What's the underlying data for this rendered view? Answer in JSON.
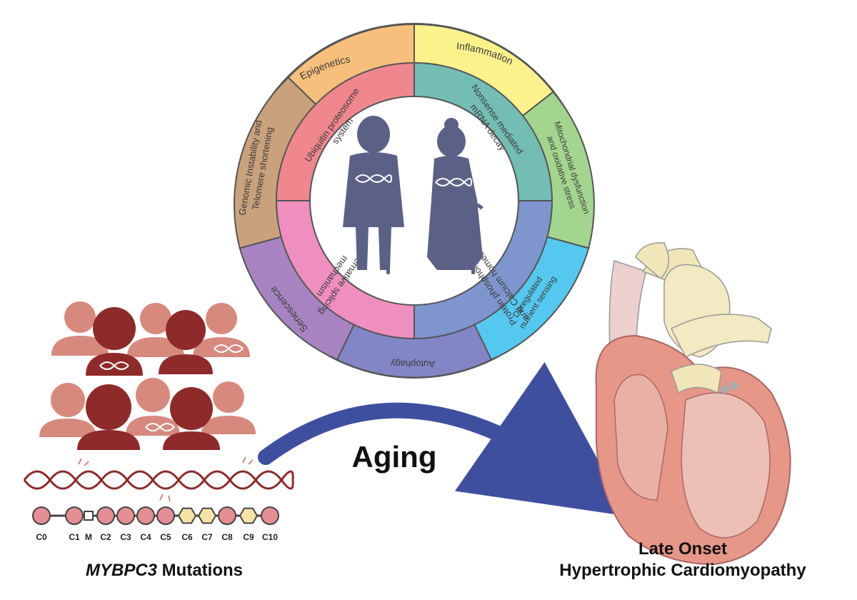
{
  "outer_ring": [
    {
      "label": "Epigenetics",
      "color": "#f6c07c"
    },
    {
      "label": "Inflammation",
      "color": "#fbf28c"
    },
    {
      "label": "Mitochondrial dysfunction and oxidative stress",
      "color": "#a3d58f"
    },
    {
      "label": "Deregulated nutrient sensing",
      "color": "#55c8ef"
    },
    {
      "label": "Autophagy",
      "color": "#8386c6"
    },
    {
      "label": "Senescence",
      "color": "#a784c1"
    },
    {
      "label": "Genomic Instability and Telomere shortening",
      "color": "#c9a27c"
    }
  ],
  "inner_ring": [
    {
      "label": "Nonsense mediated mRNA decay",
      "color": "#74bdb5"
    },
    {
      "label": "Protein phosphorylation and Calcium homeostasis",
      "color": "#7e96cd"
    },
    {
      "label": "Alternative splicing mechanism",
      "color": "#ef8fc0"
    },
    {
      "label": "Ubiquitin proteosome system",
      "color": "#f0878e"
    }
  ],
  "center_arrow_label": "Aging",
  "domains": [
    "C0",
    "C1",
    "M",
    "C2",
    "C3",
    "C4",
    "C5",
    "C6",
    "C7",
    "C8",
    "C9",
    "C10"
  ],
  "left_caption": {
    "gene": "MYBPC3",
    "rest": " Mutations"
  },
  "right_caption": {
    "line1": "Late Onset",
    "line2": "Hypertrophic Cardiomyopathy"
  },
  "colors": {
    "people_dark": "#8e2a2a",
    "people_light": "#d7897e",
    "elderly": "#5b6186",
    "arrow": "#3f4fa0",
    "domain_pink": "#e58e93",
    "domain_yellow": "#f5e3a5"
  }
}
